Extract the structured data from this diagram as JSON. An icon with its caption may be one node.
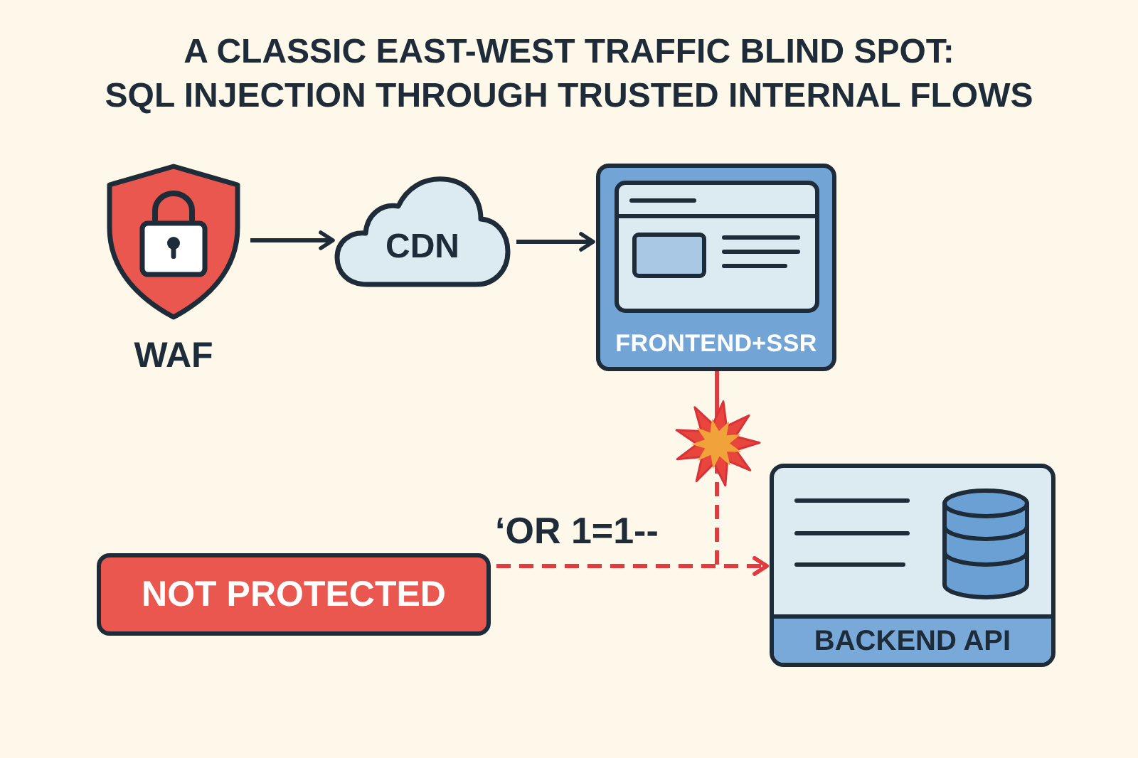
{
  "diagram": {
    "title": "A CLASSIC EAST-WEST TRAFFIC BLIND SPOT: SQL INJECTION THROUGH TRUSTED INTERNAL FLOWS",
    "nodes": [
      {
        "text": [
          "WAF"
        ]
      },
      {
        "text": [
          "CDN"
        ]
      },
      {
        "text": [
          "FRONTEND+SSR"
        ]
      },
      {
        "text": [
          "NOT PROTECTED"
        ]
      },
      {
        "text": [
          "BACKEND API"
        ]
      }
    ],
    "edges": [
      {
        "from": 0,
        "to": 1,
        "arrow": "to"
      },
      {
        "from": 1,
        "to": 2,
        "arrow": "to"
      },
      {
        "from": 2,
        "to": 4,
        "arrow": "to",
        "style": "dashed",
        "color": "#e23b3f"
      },
      {
        "from": 3,
        "to": 4,
        "arrow": "to",
        "style": "dashed",
        "color": "#e23b3f",
        "label": "‘OR 1=1--"
      }
    ]
  }
}
